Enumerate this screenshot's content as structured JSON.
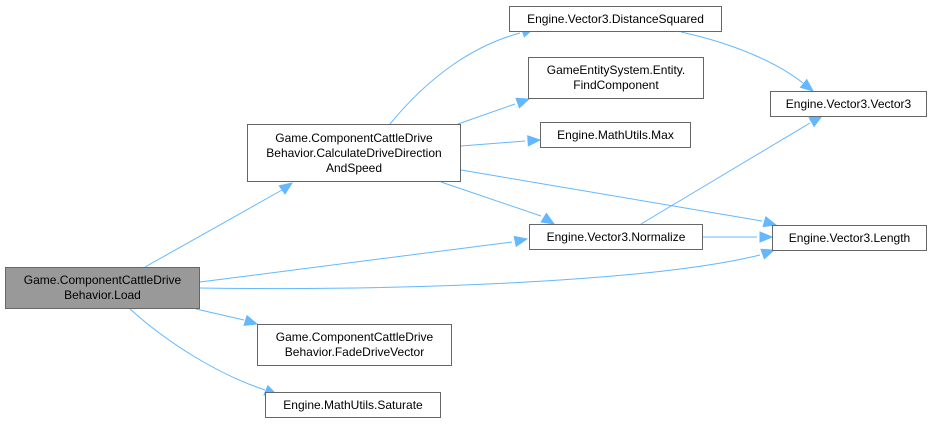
{
  "diagram": {
    "type": "call-graph",
    "colors": {
      "edge": "#63b8ff",
      "node_border": "#666666",
      "root_fill": "#999999",
      "node_fill": "#ffffff"
    },
    "nodes": [
      {
        "id": "load",
        "lines": [
          "Game.ComponentCattleDrive",
          "Behavior.Load"
        ],
        "root": true
      },
      {
        "id": "calc",
        "lines": [
          "Game.ComponentCattleDrive",
          "Behavior.CalculateDriveDirection",
          "AndSpeed"
        ]
      },
      {
        "id": "fade",
        "lines": [
          "Game.ComponentCattleDrive",
          "Behavior.FadeDriveVector"
        ]
      },
      {
        "id": "saturate",
        "lines": [
          "Engine.MathUtils.Saturate"
        ]
      },
      {
        "id": "distsq",
        "lines": [
          "Engine.Vector3.DistanceSquared"
        ]
      },
      {
        "id": "findcomp",
        "lines": [
          "GameEntitySystem.Entity.",
          "FindComponent"
        ]
      },
      {
        "id": "max",
        "lines": [
          "Engine.MathUtils.Max"
        ]
      },
      {
        "id": "normalize",
        "lines": [
          "Engine.Vector3.Normalize"
        ]
      },
      {
        "id": "vec3",
        "lines": [
          "Engine.Vector3.Vector3"
        ]
      },
      {
        "id": "length",
        "lines": [
          "Engine.Vector3.Length"
        ]
      }
    ],
    "edges": [
      {
        "from": "load",
        "to": "calc"
      },
      {
        "from": "load",
        "to": "normalize"
      },
      {
        "from": "load",
        "to": "length"
      },
      {
        "from": "load",
        "to": "fade"
      },
      {
        "from": "load",
        "to": "saturate"
      },
      {
        "from": "calc",
        "to": "distsq"
      },
      {
        "from": "calc",
        "to": "findcomp"
      },
      {
        "from": "calc",
        "to": "max"
      },
      {
        "from": "calc",
        "to": "normalize"
      },
      {
        "from": "calc",
        "to": "length"
      },
      {
        "from": "distsq",
        "to": "vec3"
      },
      {
        "from": "normalize",
        "to": "vec3"
      },
      {
        "from": "normalize",
        "to": "length"
      }
    ]
  }
}
